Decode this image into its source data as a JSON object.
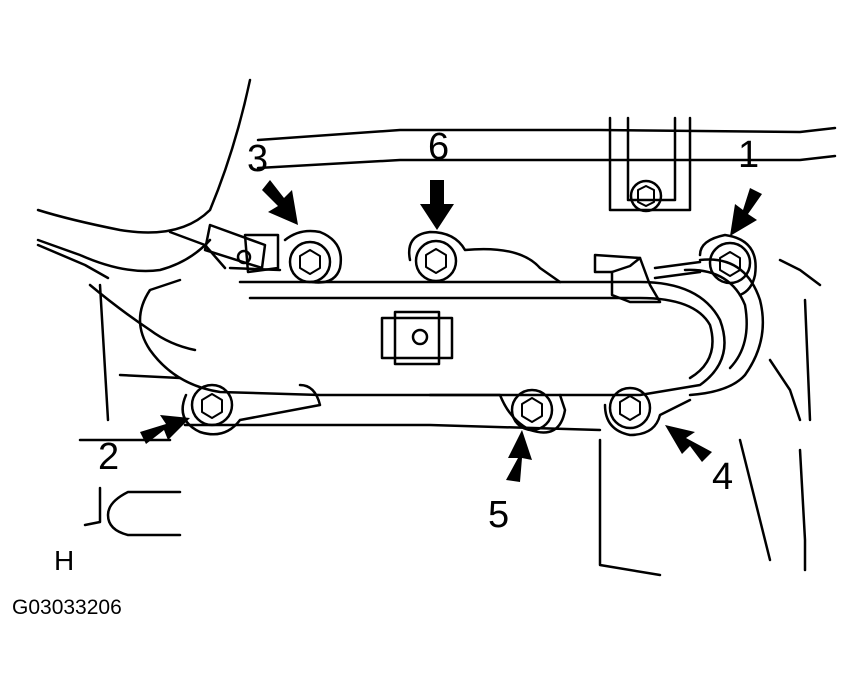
{
  "diagram": {
    "bolt_labels": [
      "1",
      "2",
      "3",
      "4",
      "5",
      "6"
    ],
    "view_letter": "H",
    "figure_code": "G03033206"
  },
  "colors": {
    "line": "#000000",
    "background": "#ffffff"
  }
}
